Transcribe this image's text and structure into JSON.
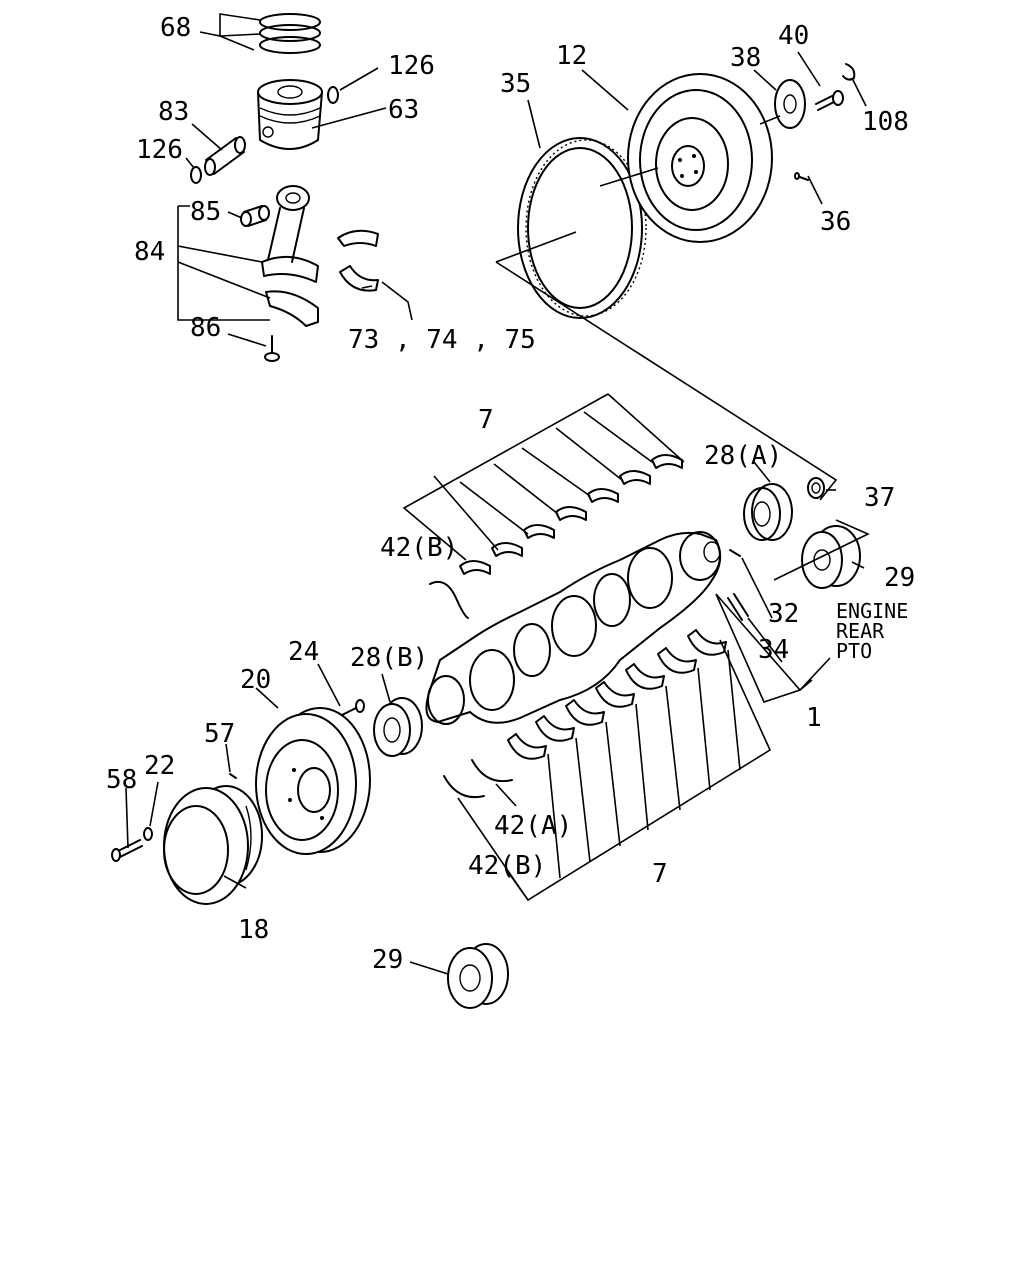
{
  "labels": {
    "p68": "68",
    "p126a": "126",
    "p63": "63",
    "p83": "83",
    "p126b": "126",
    "p85": "85",
    "p84": "84",
    "p86": "86",
    "p73_75": "73 , 74 , 75",
    "p35": "35",
    "p12": "12",
    "p38": "38",
    "p40": "40",
    "p108": "108",
    "p36": "36",
    "p7top": "7",
    "p28a": "28(A)",
    "p37": "37",
    "p42b_top": "42(B)",
    "p29right": "29",
    "p32": "32",
    "p34": "34",
    "p1": "1",
    "p24": "24",
    "p28b": "28(B)",
    "p20": "20",
    "p57": "57",
    "p22": "22",
    "p58": "58",
    "p42a": "42(A)",
    "p42b_bottom": "42(B)",
    "p7bottom": "7",
    "p18": "18",
    "p29bottom": "29"
  },
  "note": {
    "line1": "ENGINE",
    "line2": "REAR",
    "line3": "PTO"
  }
}
